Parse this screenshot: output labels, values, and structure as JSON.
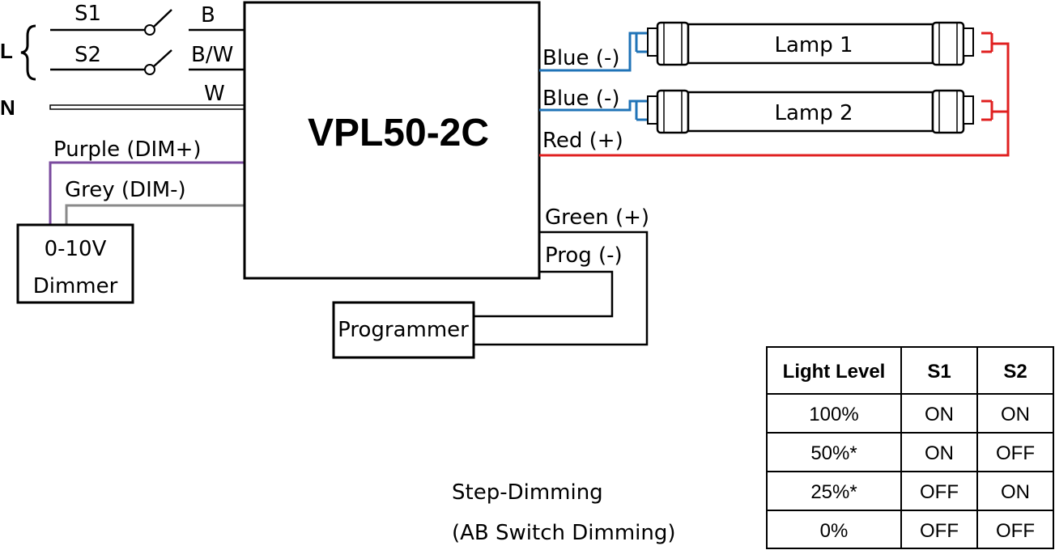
{
  "inputs": {
    "line_label": "L",
    "neutral_label": "N",
    "s1_label": "S1",
    "s2_label": "S2",
    "b_label": "B",
    "bw_label": "B/W",
    "w_label": "W"
  },
  "dimming": {
    "purple_label": "Purple (DIM+)",
    "grey_label": "Grey (DIM-)",
    "dimmer_line1": "0-10V",
    "dimmer_line2": "Dimmer"
  },
  "ballast": {
    "model": "VPL50-2C"
  },
  "outputs": {
    "blue1_label": "Blue (-)",
    "blue2_label": "Blue (-)",
    "red_label": "Red (+)",
    "lamp1_label": "Lamp 1",
    "lamp2_label": "Lamp 2"
  },
  "programming": {
    "green_label": "Green (+)",
    "prog_label": "Prog (-)",
    "programmer_label": "Programmer"
  },
  "caption": {
    "line1": "Step-Dimming",
    "line2": "(AB Switch Dimming)"
  },
  "table": {
    "headers": [
      "Light Level",
      "S1",
      "S2"
    ],
    "rows": [
      [
        "100%",
        "ON",
        "ON"
      ],
      [
        "50%*",
        "ON",
        "OFF"
      ],
      [
        "25%*",
        "OFF",
        "ON"
      ],
      [
        "0%",
        "OFF",
        "OFF"
      ]
    ]
  },
  "colors": {
    "blue_wire": "#1f73b7",
    "red_wire": "#e02020",
    "purple_wire": "#7a4a9e",
    "grey_wire": "#8a8a8a"
  }
}
